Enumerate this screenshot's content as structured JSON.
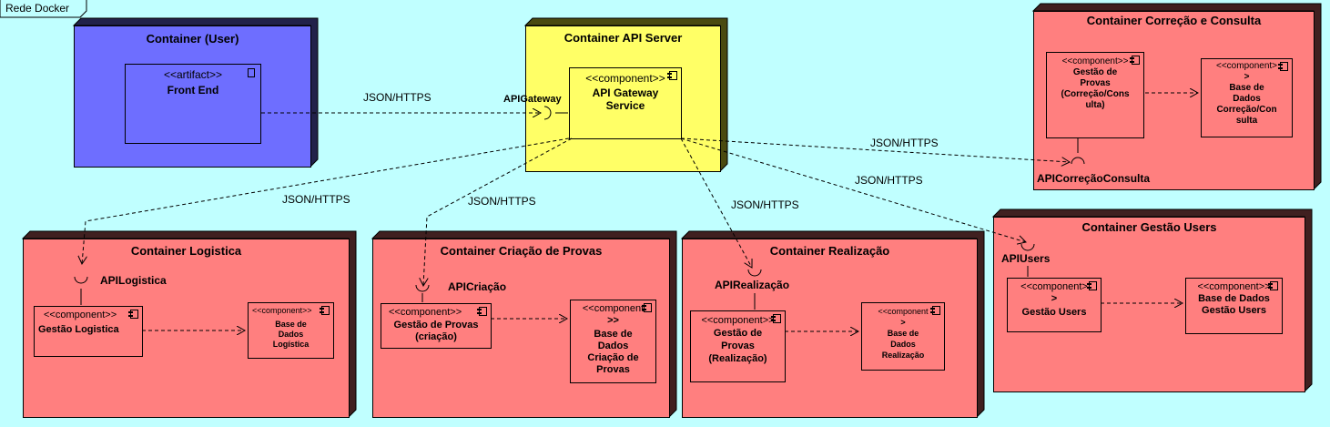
{
  "frame": {
    "label": "Rede Docker"
  },
  "colors": {
    "background": "#c0ffff",
    "user_node": "#6e6eff",
    "api_node": "#ffff66",
    "service_node": "#ff7f7f",
    "side_dark": "#222222"
  },
  "nodes": {
    "user": {
      "title": "Container (User)",
      "artifact": {
        "stereotype": "<<artifact>>",
        "name": "Front End"
      }
    },
    "api_server": {
      "title": "Container API Server",
      "component": {
        "stereotype": "<<component>>",
        "name_line1": "API Gateway",
        "name_line2": "Service"
      },
      "interface": "APIGateway"
    },
    "correcao": {
      "title": "Container Correção e Consulta",
      "component1": {
        "stereotype": "<<component>>",
        "lines": [
          "Gestão de",
          "Provas",
          "(Correção/Cons",
          "ulta)"
        ]
      },
      "component2": {
        "stereotype": "<<component>",
        "lines": [
          ">",
          "Base de",
          "Dados",
          "Correção/Con",
          "sulta"
        ]
      },
      "interface": "APICorreçãoConsulta"
    },
    "logistica": {
      "title": "Container Logistica",
      "interface": "APILogistica",
      "component1": {
        "stereotype": "<<component>>",
        "name": "Gestão Logistica"
      },
      "component2": {
        "stereotype": "<<component>>",
        "lines": [
          "Base de",
          "Dados",
          "Logística"
        ]
      }
    },
    "criacao": {
      "title": "Container Criação de Provas",
      "interface": "APICriação",
      "component1": {
        "stereotype": "<<component>>",
        "lines": [
          "Gestão de Provas",
          "(criação)"
        ]
      },
      "component2": {
        "stereotype": "<<component",
        "lines": [
          ">>",
          "Base de",
          "Dados",
          "Criação de",
          "Provas"
        ]
      }
    },
    "realizacao": {
      "title": "Container Realização",
      "interface": "APIRealização",
      "component1": {
        "stereotype": "<<component>>",
        "lines": [
          "Gestão de",
          "Provas",
          "(Realização)"
        ]
      },
      "component2": {
        "stereotype": "<<component",
        "lines": [
          ">",
          "Base de",
          "Dados",
          "Realização"
        ]
      }
    },
    "users": {
      "title": "Container Gestão Users",
      "interface": "APIUsers",
      "component1": {
        "stereotype": "<<component>",
        "lines": [
          ">",
          "Gestão Users"
        ]
      },
      "component2": {
        "stereotype": "<<component>>",
        "lines": [
          "Base de Dados",
          "Gestão Users"
        ]
      }
    }
  },
  "links": {
    "front_to_gateway": "JSON/HTTPS",
    "gateway_to_logistica": "JSON/HTTPS",
    "gateway_to_criacao": "JSON/HTTPS",
    "gateway_to_realizacao": "JSON/HTTPS",
    "gateway_to_users": "JSON/HTTPS",
    "gateway_to_correcao": "JSON/HTTPS"
  }
}
